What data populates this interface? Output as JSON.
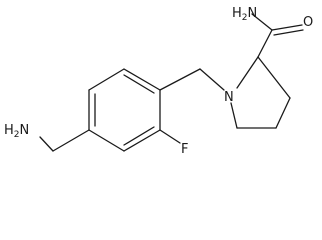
{
  "molecule": {
    "atoms": {
      "amide_nh2": {
        "text": "H",
        "sub": "2",
        "tail": "N"
      },
      "amide_o": {
        "text": "O"
      },
      "ring_n": {
        "text": "N"
      },
      "amine": {
        "text": "H",
        "sub": "2",
        "tail": "N"
      },
      "fluorine": {
        "text": "F"
      }
    }
  }
}
